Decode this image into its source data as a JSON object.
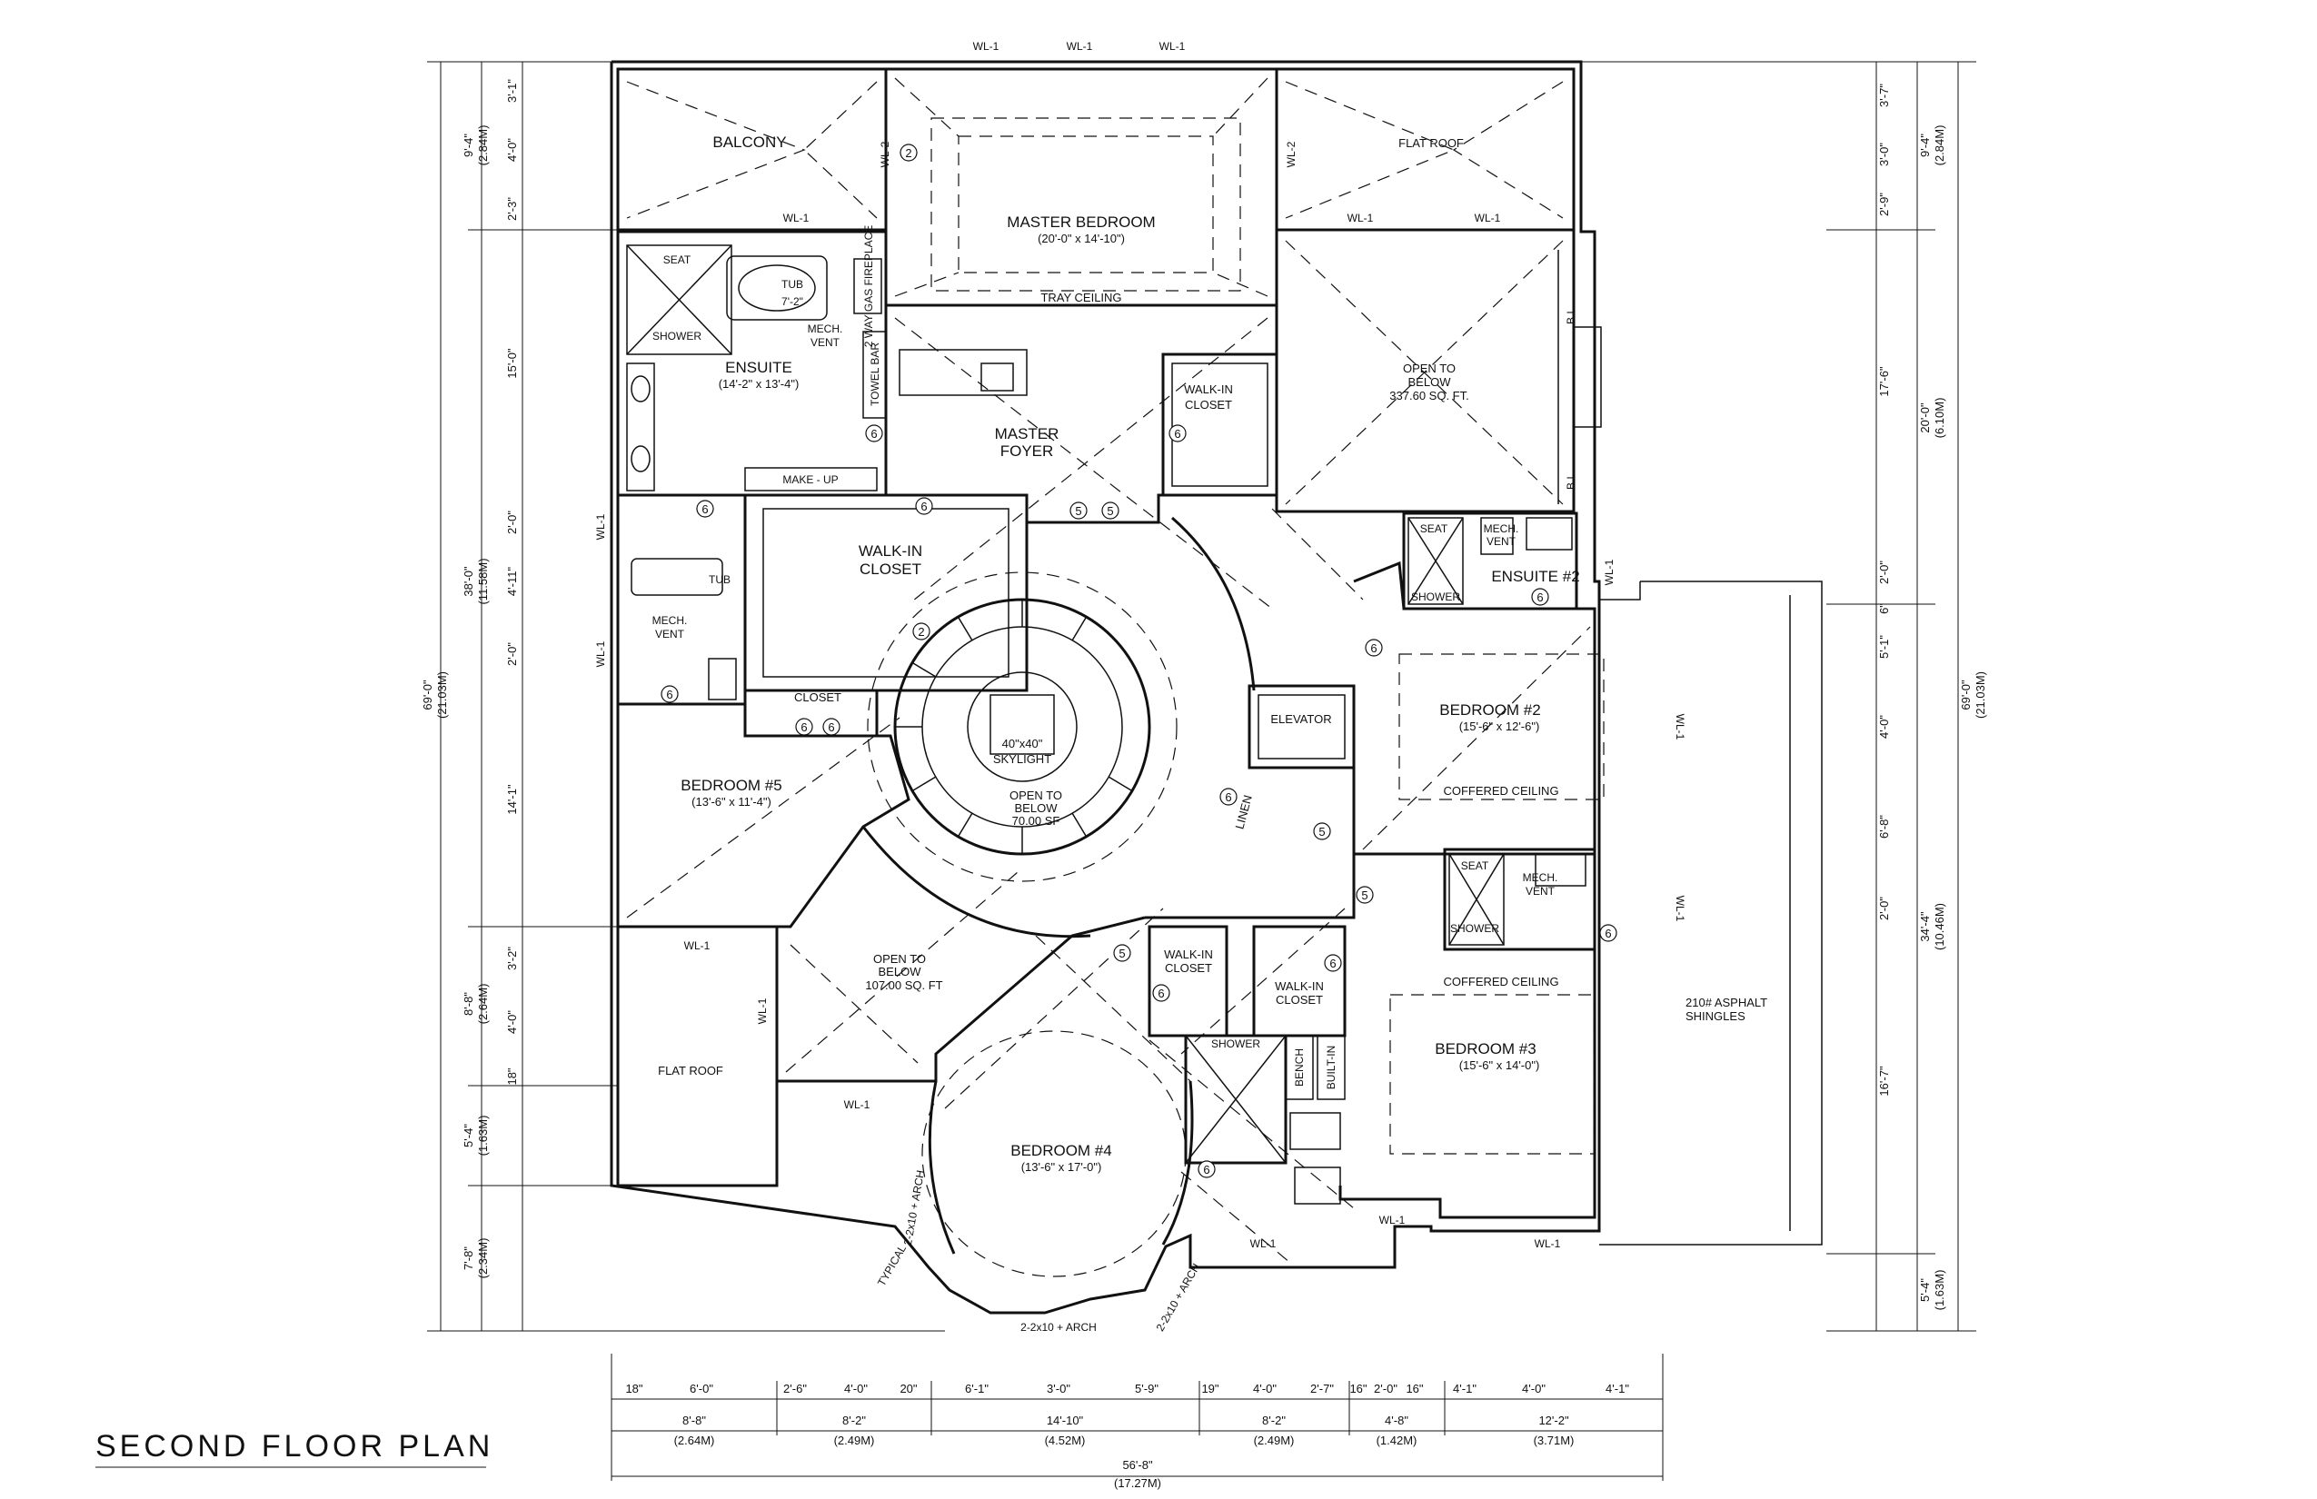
{
  "title": "SECOND FLOOR PLAN",
  "rooms": {
    "balcony": "BALCONY",
    "master_bedroom": "MASTER BEDROOM",
    "master_bedroom_size": "(20'-0\" x 14'-10\")",
    "tray_ceiling": "TRAY CEILING",
    "flat_roof_top": "FLAT ROOF",
    "open_to_below_top": "OPEN TO",
    "open_to_below_top_2": "BELOW",
    "open_to_below_top_area": "337.60 SQ. FT.",
    "ensuite": "ENSUITE",
    "ensuite_size": "(14'-2\" x 13'-4\")",
    "master_foyer": "MASTER",
    "master_foyer_2": "FOYER",
    "walkin_closet_1": "WALK-IN",
    "walkin_closet_1b": "CLOSET",
    "walkin_closet_2": "WALK-IN",
    "walkin_closet_2b": "CLOSET",
    "closet": "CLOSET",
    "bedroom5": "BEDROOM #5",
    "bedroom5_size": "(13'-6\" x 11'-4\")",
    "skylight": "40\"x40\"",
    "skylight_2": "SKYLIGHT",
    "open_center": "OPEN TO",
    "open_center_2": "BELOW",
    "open_center_area": "70.00 SF",
    "elevator": "ELEVATOR",
    "linen": "LINEN",
    "ensuite2": "ENSUITE #2",
    "bedroom2": "BEDROOM #2",
    "bedroom2_size": "(15'-6\" x 12'-6\")",
    "coffered_1": "COFFERED CEILING",
    "coffered_2": "COFFERED CEILING",
    "bedroom3": "BEDROOM #3",
    "bedroom3_size": "(15'-6\" x 14'-0\")",
    "open_left": "OPEN TO",
    "open_left_2": "BELOW",
    "open_left_area": "107.00 SQ. FT",
    "flat_roof_left": "FLAT ROOF",
    "bedroom4": "BEDROOM #4",
    "bedroom4_size": "(13'-6\" x 17'-0\")",
    "walkin_closet_3": "WALK-IN",
    "walkin_closet_3b": "CLOSET",
    "walkin_closet_4": "WALK-IN",
    "walkin_closet_4b": "CLOSET",
    "shingles": "210# ASPHALT",
    "shingles_2": "SHINGLES"
  },
  "fixtures": {
    "seat": "SEAT",
    "tub": "TUB",
    "tub_len": "7'-2\"",
    "shower": "SHOWER",
    "mech_vent": "MECH.",
    "mech_vent_2": "VENT",
    "towel_bar": "TOWEL BAR",
    "make_up": "MAKE - UP",
    "fireplace": "2 WAY GAS FIREPLACE",
    "bench": "BENCH",
    "built_in": "BUILT-IN",
    "bi": "B.I.",
    "wl1": "WL-1",
    "wl2": "WL-2",
    "arch_note": "2-2x10 + ARCH",
    "typical": "TYPICAL"
  },
  "dims_left": {
    "overall": "69'-0\"",
    "overall_m": "(21.03M)",
    "mid": "38'-0\"",
    "mid_m": "(11.58M)",
    "top": "9'-4\"",
    "top_m": "(2.84M)",
    "a": "8'-8\"",
    "a_m": "(2.64M)",
    "b": "5'-4\"",
    "b_m": "(1.63M)",
    "c": "7'-8\"",
    "c_m": "(2.34M)",
    "s1": "3'-1\"",
    "s2": "4'-0\"",
    "s3": "2'-3\"",
    "s4": "15'-0\"",
    "s5": "2'-0\"",
    "s6": "4'-11\"",
    "s7": "2'-0\"",
    "s8": "14'-1\"",
    "s9": "3'-2\"",
    "s10": "4'-0\"",
    "s11": "18\""
  },
  "dims_right": {
    "overall": "69'-0\"",
    "overall_m": "(21.03M)",
    "top": "9'-4\"",
    "top_m": "(2.84M)",
    "mid": "20'-0\"",
    "mid_m": "(6.10M)",
    "low": "34'-4\"",
    "low_m": "(10.46M)",
    "bot": "5'-4\"",
    "bot_m": "(1.63M)",
    "s1": "3'-7\"",
    "s2": "3'-0\"",
    "s3": "2'-9\"",
    "s4": "17'-6\"",
    "s5": "2'-0\"",
    "s6": "6\"",
    "s7": "5'-1\"",
    "s8": "4'-0\"",
    "s9": "6'-8\"",
    "s10": "2'-0\"",
    "s11": "16'-7\""
  },
  "dims_bottom": {
    "row1": [
      "18\"",
      "6'-0\"",
      "2'-6\"",
      "4'-0\"",
      "20\"",
      "6'-1\"",
      "3'-0\"",
      "5'-9\"",
      "19\"",
      "4'-0\"",
      "2'-7\"",
      "16\"",
      "2'-0\"",
      "16\"",
      "4'-1\"",
      "4'-0\"",
      "4'-1\""
    ],
    "row2": [
      "8'-8\"",
      "8'-2\"",
      "14'-10\"",
      "8'-2\"",
      "4'-8\"",
      "12'-2\""
    ],
    "row2_m": [
      "(2.64M)",
      "(2.49M)",
      "(4.52M)",
      "(2.49M)",
      "(1.42M)",
      "(3.71M)"
    ],
    "overall": "56'-8\"",
    "overall_m": "(17.27M)"
  },
  "tag_numbers": [
    "2",
    "5",
    "6"
  ],
  "colors": {
    "ink": "#111111",
    "paper": "#ffffff"
  }
}
